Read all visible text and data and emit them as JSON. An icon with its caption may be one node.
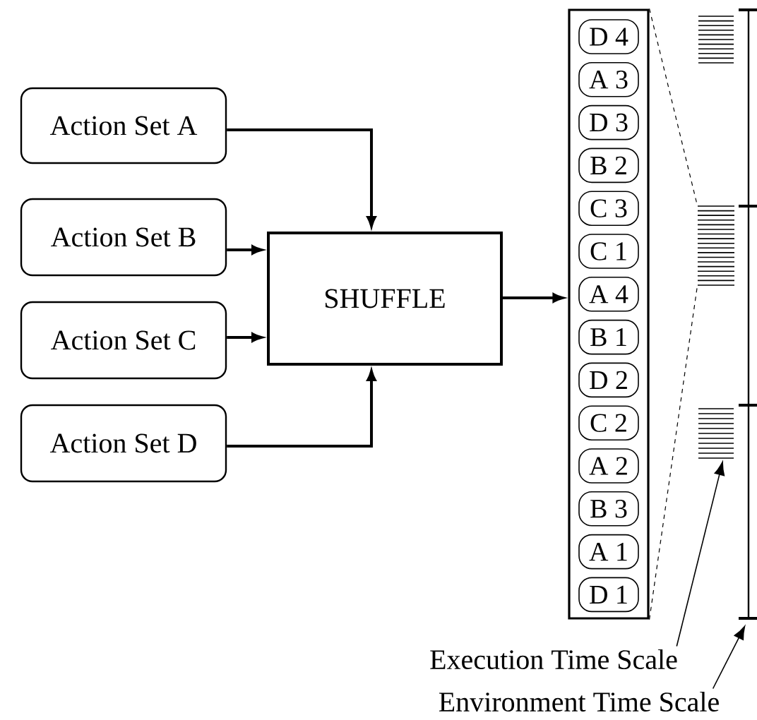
{
  "diagram": {
    "nodes": [
      {
        "text": [
          "Action Set A"
        ]
      },
      {
        "text": [
          "Action Set B"
        ]
      },
      {
        "text": [
          "Action Set C"
        ]
      },
      {
        "text": [
          "Action Set D"
        ]
      },
      {
        "text": [
          "SHUFFLE"
        ]
      },
      {
        "text": [],
        "shape": "box"
      },
      {
        "text": [
          "D 4"
        ],
        "in": 5
      },
      {
        "text": [
          "A 3"
        ],
        "in": 5
      },
      {
        "text": [
          "D 3"
        ],
        "in": 5
      },
      {
        "text": [
          "B 2"
        ],
        "in": 5
      },
      {
        "text": [
          "C 3"
        ],
        "in": 5
      },
      {
        "text": [
          "C 1"
        ],
        "in": 5
      },
      {
        "text": [
          "A 4"
        ],
        "in": 5
      },
      {
        "text": [
          "B 1"
        ],
        "in": 5
      },
      {
        "text": [
          "D 2"
        ],
        "in": 5
      },
      {
        "text": [
          "C 2"
        ],
        "in": 5
      },
      {
        "text": [
          "A 2"
        ],
        "in": 5
      },
      {
        "text": [
          "B 3"
        ],
        "in": 5
      },
      {
        "text": [
          "A 1"
        ],
        "in": 5
      },
      {
        "text": [
          "D 1"
        ],
        "in": 5
      },
      {
        "text": [],
        "shape": "lines"
      },
      {
        "text": [],
        "shape": "lines"
      },
      {
        "text": [],
        "shape": "lines"
      },
      {
        "text": [],
        "shape": "bar"
      },
      {
        "text": [
          "Execution Time Scale"
        ]
      },
      {
        "text": [
          "Environment Time Scale"
        ]
      }
    ],
    "edges": [
      {
        "from": 0,
        "to": 4,
        "arrow": "to"
      },
      {
        "from": 1,
        "to": 4,
        "arrow": "to"
      },
      {
        "from": 2,
        "to": 4,
        "arrow": "to"
      },
      {
        "from": 3,
        "to": 4,
        "arrow": "to"
      },
      {
        "from": 4,
        "to": 5,
        "arrow": "to"
      },
      {
        "from": 5,
        "to": 21,
        "arrow": "none",
        "style": "dashed"
      },
      {
        "from": 5,
        "to": 21,
        "arrow": "none",
        "style": "dashed"
      },
      {
        "from": 24,
        "to": 22,
        "arrow": "to"
      },
      {
        "from": 25,
        "to": 23,
        "arrow": "to"
      }
    ]
  }
}
